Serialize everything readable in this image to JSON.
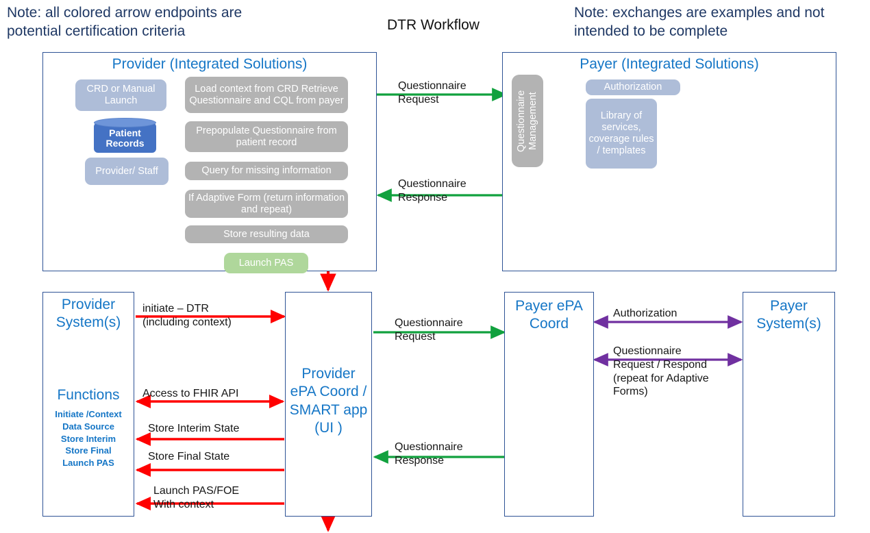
{
  "page": {
    "title": "DTR Workflow",
    "note_left": "Note: all colored arrow endpoints are potential certification criteria",
    "note_right": "Note: exchanges are examples and not intended to be complete"
  },
  "colors": {
    "lane_border": "#2E5395",
    "lane_title": "#1576C6",
    "note_text": "#1F3864",
    "process_grey": "#B3B3B3",
    "process_blue": "#AEBDD8",
    "process_green": "#AFD79B",
    "database_blue": "#4472C4",
    "arrow_green": "#11A13E",
    "arrow_red": "#FF0000",
    "arrow_purple": "#7030A0",
    "arrow_black": "#000000"
  },
  "top": {
    "provider_lane": {
      "title": "Provider (Integrated Solutions)",
      "steps": [
        {
          "id": "crd-or-manual-launch",
          "label": "CRD or Manual Launch",
          "style": "blue"
        },
        {
          "id": "load-context",
          "label": "Load context from CRD Retrieve Questionnaire and CQL from payer",
          "style": "grey"
        },
        {
          "id": "patient-records",
          "label": "Patient Records",
          "style": "database"
        },
        {
          "id": "prepopulate-questionnaire",
          "label": "Prepopulate Questionnaire from patient record",
          "style": "grey"
        },
        {
          "id": "provider-staff",
          "label": "Provider/ Staff",
          "style": "blue"
        },
        {
          "id": "query-missing-information",
          "label": "Query for missing information",
          "style": "grey"
        },
        {
          "id": "if-adaptive-form",
          "label": "If Adaptive Form (return information and repeat)",
          "style": "grey"
        },
        {
          "id": "store-resulting-data",
          "label": "Store resulting data",
          "style": "grey"
        },
        {
          "id": "launch-pas",
          "label": "Launch PAS",
          "style": "green"
        }
      ]
    },
    "payer_lane": {
      "title": "Payer (Integrated Solutions)",
      "steps": [
        {
          "id": "questionnaire-management",
          "label": "Questionnaire Management",
          "style": "grey-vertical"
        },
        {
          "id": "authorization",
          "label": "Authorization",
          "style": "blue"
        },
        {
          "id": "library-of-services",
          "label": "Library of services, coverage rules / templates",
          "style": "blue"
        }
      ]
    },
    "exchanges": [
      {
        "id": "questionnaire-request",
        "label": "Questionnaire\nRequest",
        "color": "green",
        "direction": "right"
      },
      {
        "id": "questionnaire-response",
        "label": "Questionnaire\nResponse",
        "color": "green",
        "direction": "left"
      }
    ]
  },
  "bottom": {
    "provider_system": {
      "title": "Provider System(s)",
      "functions_title": "Functions",
      "functions": [
        "Initiate /Context",
        "Data Source",
        "Store Interim",
        "Store Final",
        "Launch PAS"
      ]
    },
    "provider_epa": {
      "title": "Provider ePA Coord / SMART app (UI )"
    },
    "payer_epa": {
      "title": "Payer ePA Coord"
    },
    "payer_system": {
      "title": "Payer System(s)"
    },
    "red_exchanges": [
      {
        "id": "initiate-dtr",
        "label": "initiate – DTR\n(including context)",
        "direction": "right"
      },
      {
        "id": "access-to-fhir-api",
        "label": "Access to FHIR API",
        "direction": "both"
      },
      {
        "id": "store-interim-state",
        "label": "Store Interim State",
        "direction": "left"
      },
      {
        "id": "store-final-state",
        "label": "Store Final State",
        "direction": "left"
      },
      {
        "id": "launch-pas-foe",
        "label": "Launch PAS/FOE\nWith context",
        "direction": "left"
      }
    ],
    "green_exchanges": [
      {
        "id": "questionnaire-request",
        "label": "Questionnaire\nRequest",
        "direction": "right"
      },
      {
        "id": "questionnaire-response",
        "label": "Questionnaire\nResponse",
        "direction": "left"
      }
    ],
    "purple_exchanges": [
      {
        "id": "authorization",
        "label": "Authorization",
        "direction": "both"
      },
      {
        "id": "questionnaire-request-respond",
        "label": "Questionnaire\nRequest / Respond\n(repeat for Adaptive\nForms)",
        "direction": "both"
      }
    ]
  }
}
